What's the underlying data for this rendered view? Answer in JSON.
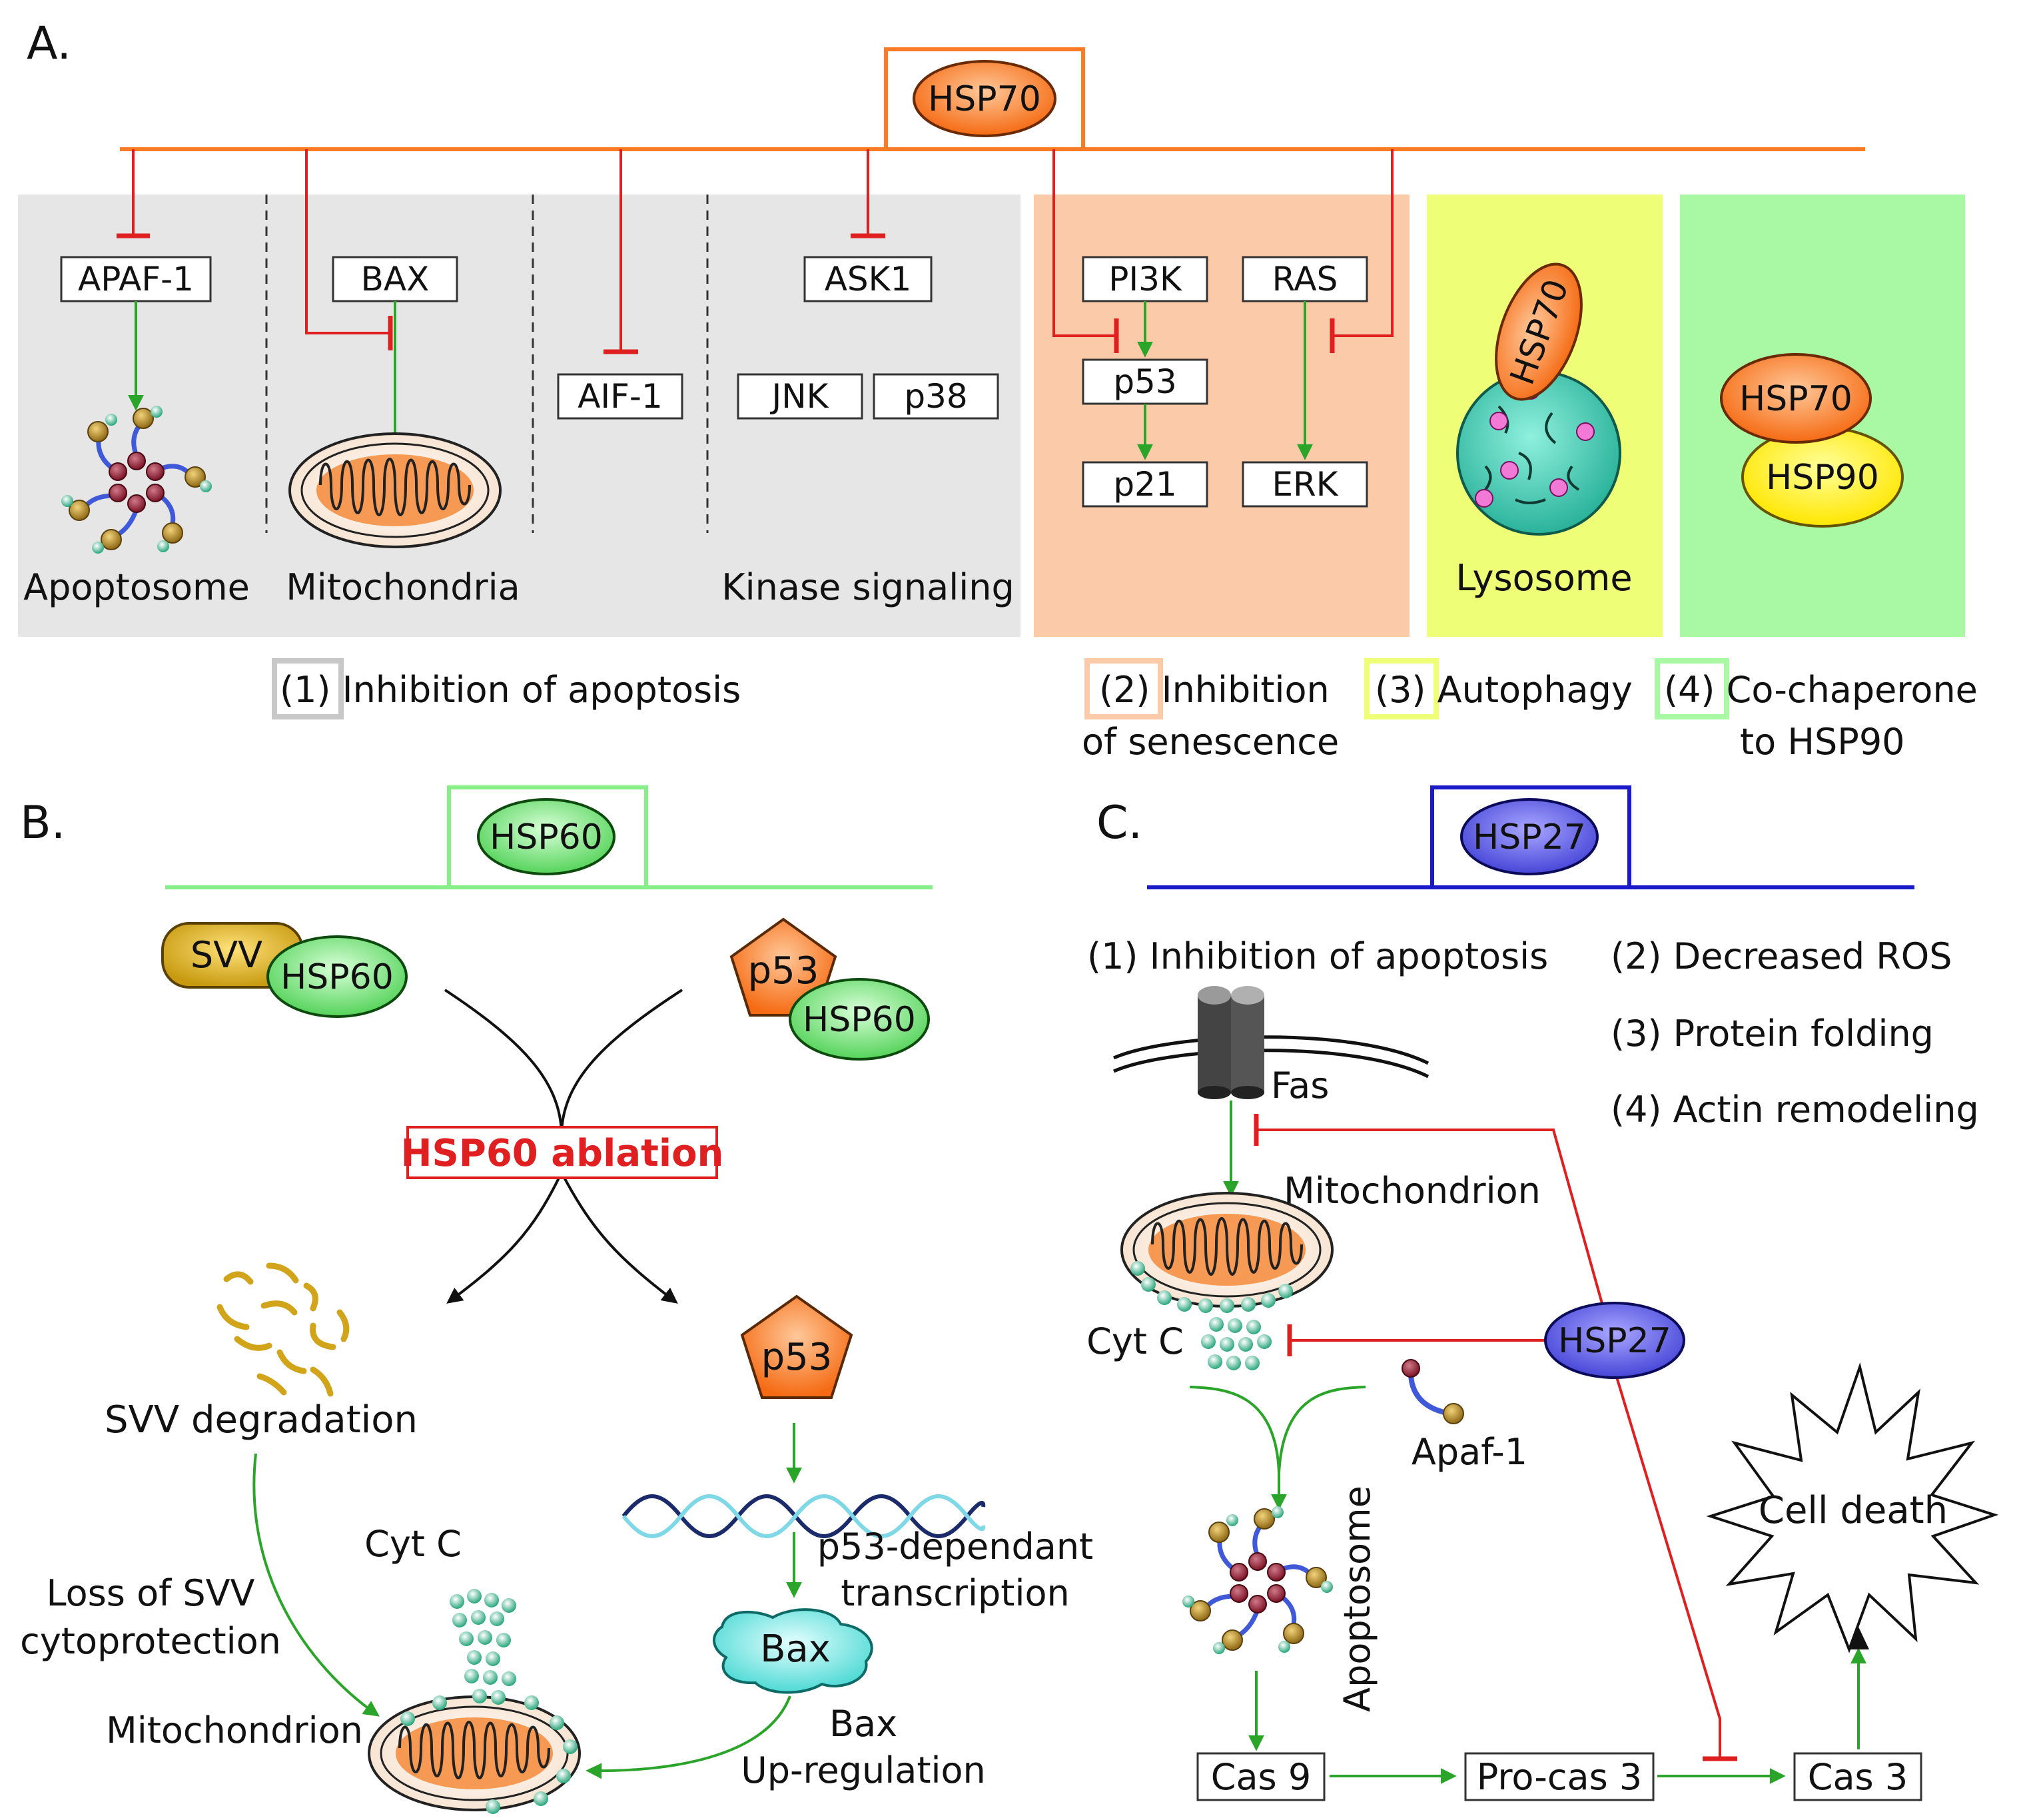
{
  "panels": {
    "a": {
      "label": "A."
    },
    "b": {
      "label": "B."
    },
    "c": {
      "label": "C."
    }
  },
  "colors": {
    "hsp70": "#fa7a26",
    "hsp60": "#86ee86",
    "hsp27": "#1a1acc",
    "inhibit": "#e02020",
    "activate": "#2aa52a",
    "apoptosis_bg": "#e6e6e6",
    "senescence_bg": "#fbcaa8",
    "autophagy_bg": "#eeff77",
    "cochaperone_bg": "#a9f9a4"
  },
  "panel_a": {
    "hub": "HSP70",
    "targets": {
      "apaf1": "APAF-1",
      "bax": "BAX",
      "aif1": "AIF-1",
      "ask1": "ASK1",
      "jnk": "JNK",
      "p38": "p38",
      "pi3k": "PI3K",
      "ras": "RAS",
      "p53": "p53",
      "p21": "p21",
      "erk": "ERK"
    },
    "captions": {
      "apoptosome": "Apoptosome",
      "mitochondria": "Mitochondria",
      "kinase": "Kinase signaling",
      "lysosome": "Lysosome",
      "lyso_hsp70": "HSP70",
      "cochaperone_hsp70": "HSP70",
      "cochaperone_hsp90": "HSP90"
    },
    "legend": {
      "apoptosis": "(1) Inhibition of apoptosis",
      "senescence_1": "(2) Inhibition",
      "senescence_2": "of senescence",
      "autophagy": "(3) Autophagy",
      "cochaperone_1": "(4) Co-chaperone",
      "cochaperone_2": "to HSP90"
    }
  },
  "panel_b": {
    "hub": "HSP60",
    "complex_left": {
      "partner": "SVV",
      "chaperone": "HSP60"
    },
    "complex_right": {
      "partner": "p53",
      "chaperone": "HSP60"
    },
    "ablation": "HSP60 ablation",
    "svv_degradation": "SVV degradation",
    "p53": "p53",
    "loss_1": "Loss of SVV",
    "loss_2": "cytoprotection",
    "cytc": "Cyt C",
    "mitochondrion": "Mitochondrion",
    "transcription_1": "p53-dependant",
    "transcription_2": "transcription",
    "bax": "Bax",
    "bax_up_1": "Bax",
    "bax_up_2": "Up-regulation"
  },
  "panel_c": {
    "hub": "HSP27",
    "functions": [
      "(1) Inhibition of apoptosis",
      "(2) Decreased ROS",
      "(3) Protein folding",
      "(4) Actin remodeling"
    ],
    "fas": "Fas",
    "mitochondrion": "Mitochondrion",
    "cytc": "Cyt C",
    "hsp27": "HSP27",
    "apaf1": "Apaf-1",
    "apoptosome": "Apoptosome",
    "cell_death": "Cell death",
    "cas9": "Cas 9",
    "procas3": "Pro-cas 3",
    "cas3": "Cas 3"
  }
}
